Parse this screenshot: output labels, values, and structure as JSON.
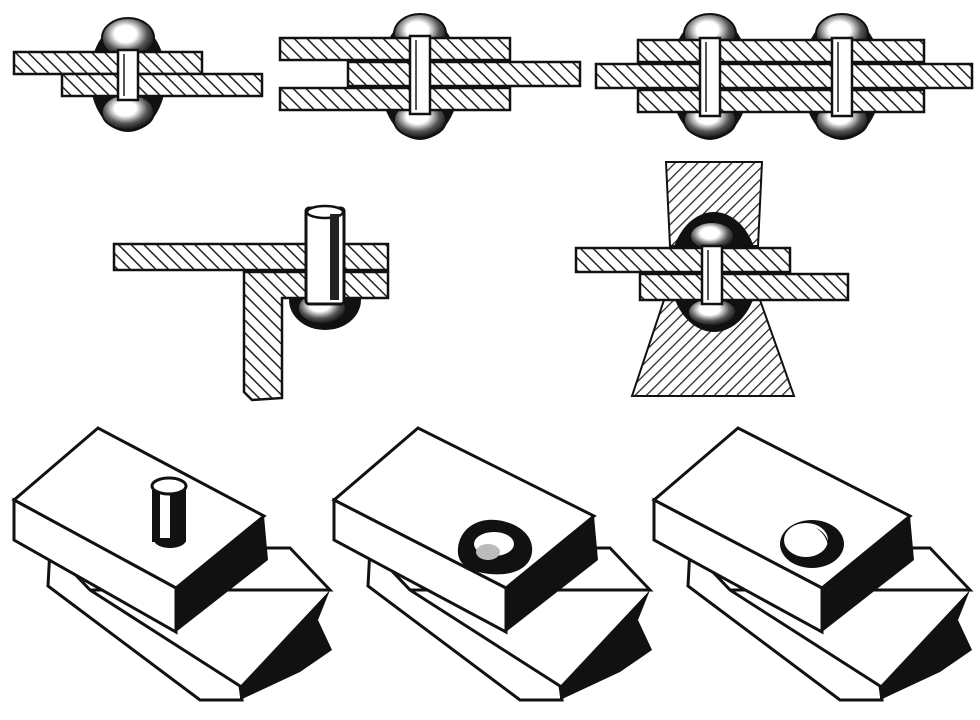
{
  "figure": {
    "background": "#ffffff",
    "ink": "#111111",
    "hatch": "#222222",
    "rivet_shade": "#2a2a2a",
    "highlight": "#ffffff"
  },
  "rows": [
    {
      "kind": "section-views",
      "items": [
        "lap-joint-single-rivet",
        "butt-joint-single-cover",
        "lap-joint-double-rivet"
      ]
    },
    {
      "kind": "section-views",
      "items": [
        "angle-joint-rivet",
        "rivet-through-tapered-block"
      ]
    },
    {
      "kind": "perspective-views",
      "items": [
        "plates-with-rivet-shank",
        "plates-with-rough-head",
        "plates-with-round-head"
      ]
    }
  ]
}
